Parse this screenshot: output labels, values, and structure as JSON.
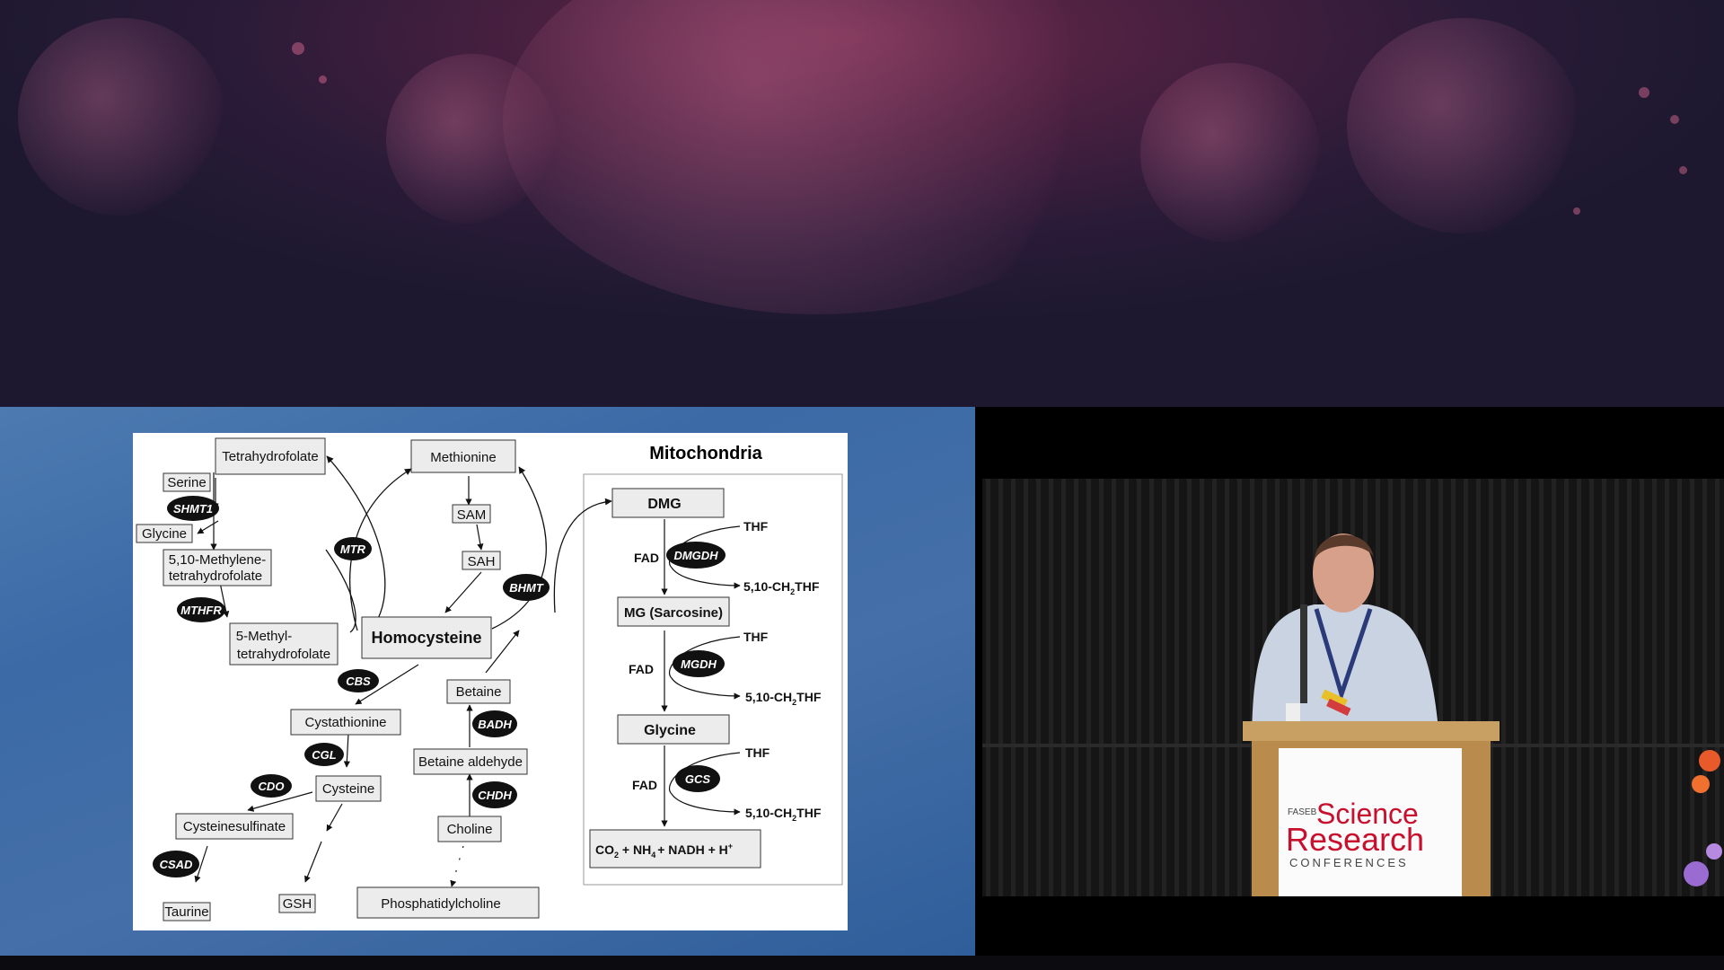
{
  "diagram": {
    "mitochondria_title": "Mitochondria",
    "nodes": {
      "tetrahydrofolate": "Tetrahydrofolate",
      "serine": "Serine",
      "glycine_left": "Glycine",
      "methylene_thf_1": "5,10-Methylene-",
      "methylene_thf_2": "tetrahydrofolate",
      "methyl_thf_1": "5-Methyl-",
      "methyl_thf_2": "tetrahydrofolate",
      "methionine": "Methionine",
      "sam": "SAM",
      "sah": "SAH",
      "homocysteine": "Homocysteine",
      "cystathionine": "Cystathionine",
      "cysteine": "Cysteine",
      "cysteinesulfinate": "Cysteinesulfinate",
      "taurine": "Taurine",
      "gsh": "GSH",
      "betaine": "Betaine",
      "betaine_aldehyde": "Betaine aldehyde",
      "choline": "Choline",
      "phosphatidylcholine": "Phosphatidylcholine",
      "dmg": "DMG",
      "mg_sarcosine": "MG (Sarcosine)",
      "glycine_mito": "Glycine"
    },
    "enzymes": {
      "shmt1": "SHMT1",
      "mthfr": "MTHFR",
      "mtr": "MTR",
      "bhmt": "BHMT",
      "cbs": "CBS",
      "cgl": "CGL",
      "cdo": "CDO",
      "csad": "CSAD",
      "badh": "BADH",
      "chdh": "CHDH",
      "dmgdh": "DMGDH",
      "mgdh": "MGDH",
      "gcs": "GCS"
    },
    "cofactors": {
      "thf": "THF",
      "fad": "FAD",
      "ch2thf_prefix": "5,10-CH",
      "ch2thf_sub": "2",
      "ch2thf_suffix": "THF",
      "final_co2": "CO",
      "final_sub2": "2",
      "final_nh": " + NH",
      "final_sub4": "4",
      "final_rest": "+ NADH + H",
      "final_plus": "+"
    }
  },
  "podium": {
    "faseb": "FASEB",
    "science": "Science",
    "research": "Research",
    "conferences": "CONFERENCES"
  },
  "colors": {
    "enzyme_fill": "#111111",
    "box_fill": "#ececec",
    "brand_red": "#c8102e"
  }
}
